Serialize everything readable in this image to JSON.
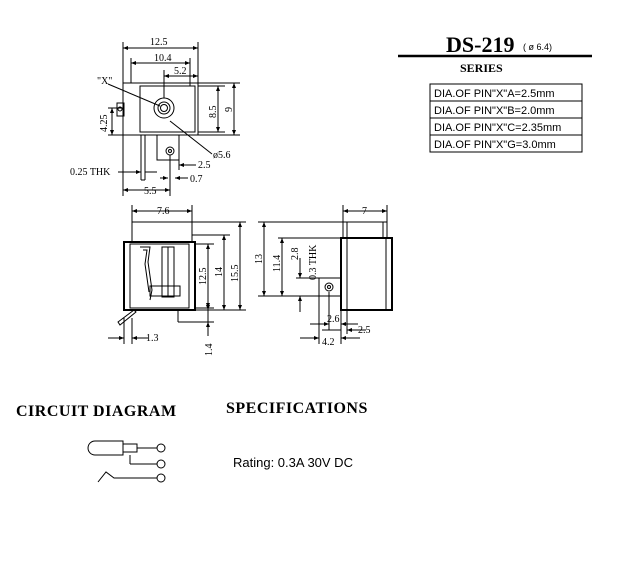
{
  "header": {
    "model": "DS-219",
    "model_suffix": "( ø 6.4)",
    "series_label": "SERIES"
  },
  "pin_table": [
    "DIA.OF PIN\"X\"A=2.5mm",
    "DIA.OF PIN\"X\"B=2.0mm",
    "DIA.OF PIN\"X\"C=2.35mm",
    "DIA.OF PIN\"X\"G=3.0mm"
  ],
  "top_view": {
    "dims": {
      "w_12_5": "12.5",
      "w_10_4": "10.4",
      "w_5_2": "5.2",
      "pin_x": "\"X\"",
      "h_4_25": "4.25",
      "h_8_5": "8.5",
      "h_9": "9",
      "dia_5_6": "ø5.6",
      "d_2_5": "2.5",
      "thk": "0.25 THK",
      "d_0_7": "0.7",
      "d_5_5": "5.5"
    }
  },
  "front_view": {
    "dims": {
      "w_7_6": "7.6",
      "h_12_5": "12.5",
      "h_14": "14",
      "h_15_5": "15.5",
      "d_1_3": "1.3",
      "d_1_4": "1.4"
    }
  },
  "side_view": {
    "dims": {
      "w_7": "7",
      "h_13": "13",
      "h_11_4": "11.4",
      "h_2_8": "2.8",
      "thk": "0.3 THK",
      "d_2_6": "2.6",
      "d_2_5": "2.5",
      "d_4_2": "4.2"
    }
  },
  "circuit": {
    "heading": "CIRCUIT  DIAGRAM"
  },
  "specs": {
    "heading": "SPECIFICATIONS",
    "rating": "Rating: 0.3A 30V DC"
  }
}
